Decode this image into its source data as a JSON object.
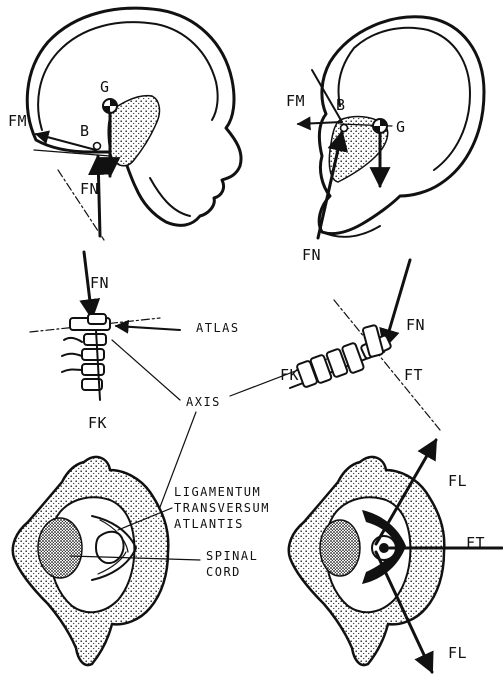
{
  "labels": {
    "left_skull": {
      "fm": "FM",
      "b": "B",
      "g": "G",
      "fn": "FN"
    },
    "right_skull": {
      "fm": "FM",
      "b": "B",
      "g": "G",
      "fn": "FN"
    },
    "left_spine": {
      "fn": "FN",
      "fk": "FK"
    },
    "right_spine": {
      "fn": "FN",
      "fk": "FK",
      "ft": "FT"
    },
    "anatomy": {
      "atlas": "ATLAS",
      "axis": "AXIS",
      "ligament_line1": "LIGAMENTUM",
      "ligament_line2": "TRANSVERSUM",
      "ligament_line3": "ATLANTIS",
      "spinal_line1": "SPINAL",
      "spinal_line2": "CORD"
    },
    "right_atlas": {
      "fl_top": "FL",
      "ft": "FT",
      "fl_bottom": "FL"
    }
  }
}
